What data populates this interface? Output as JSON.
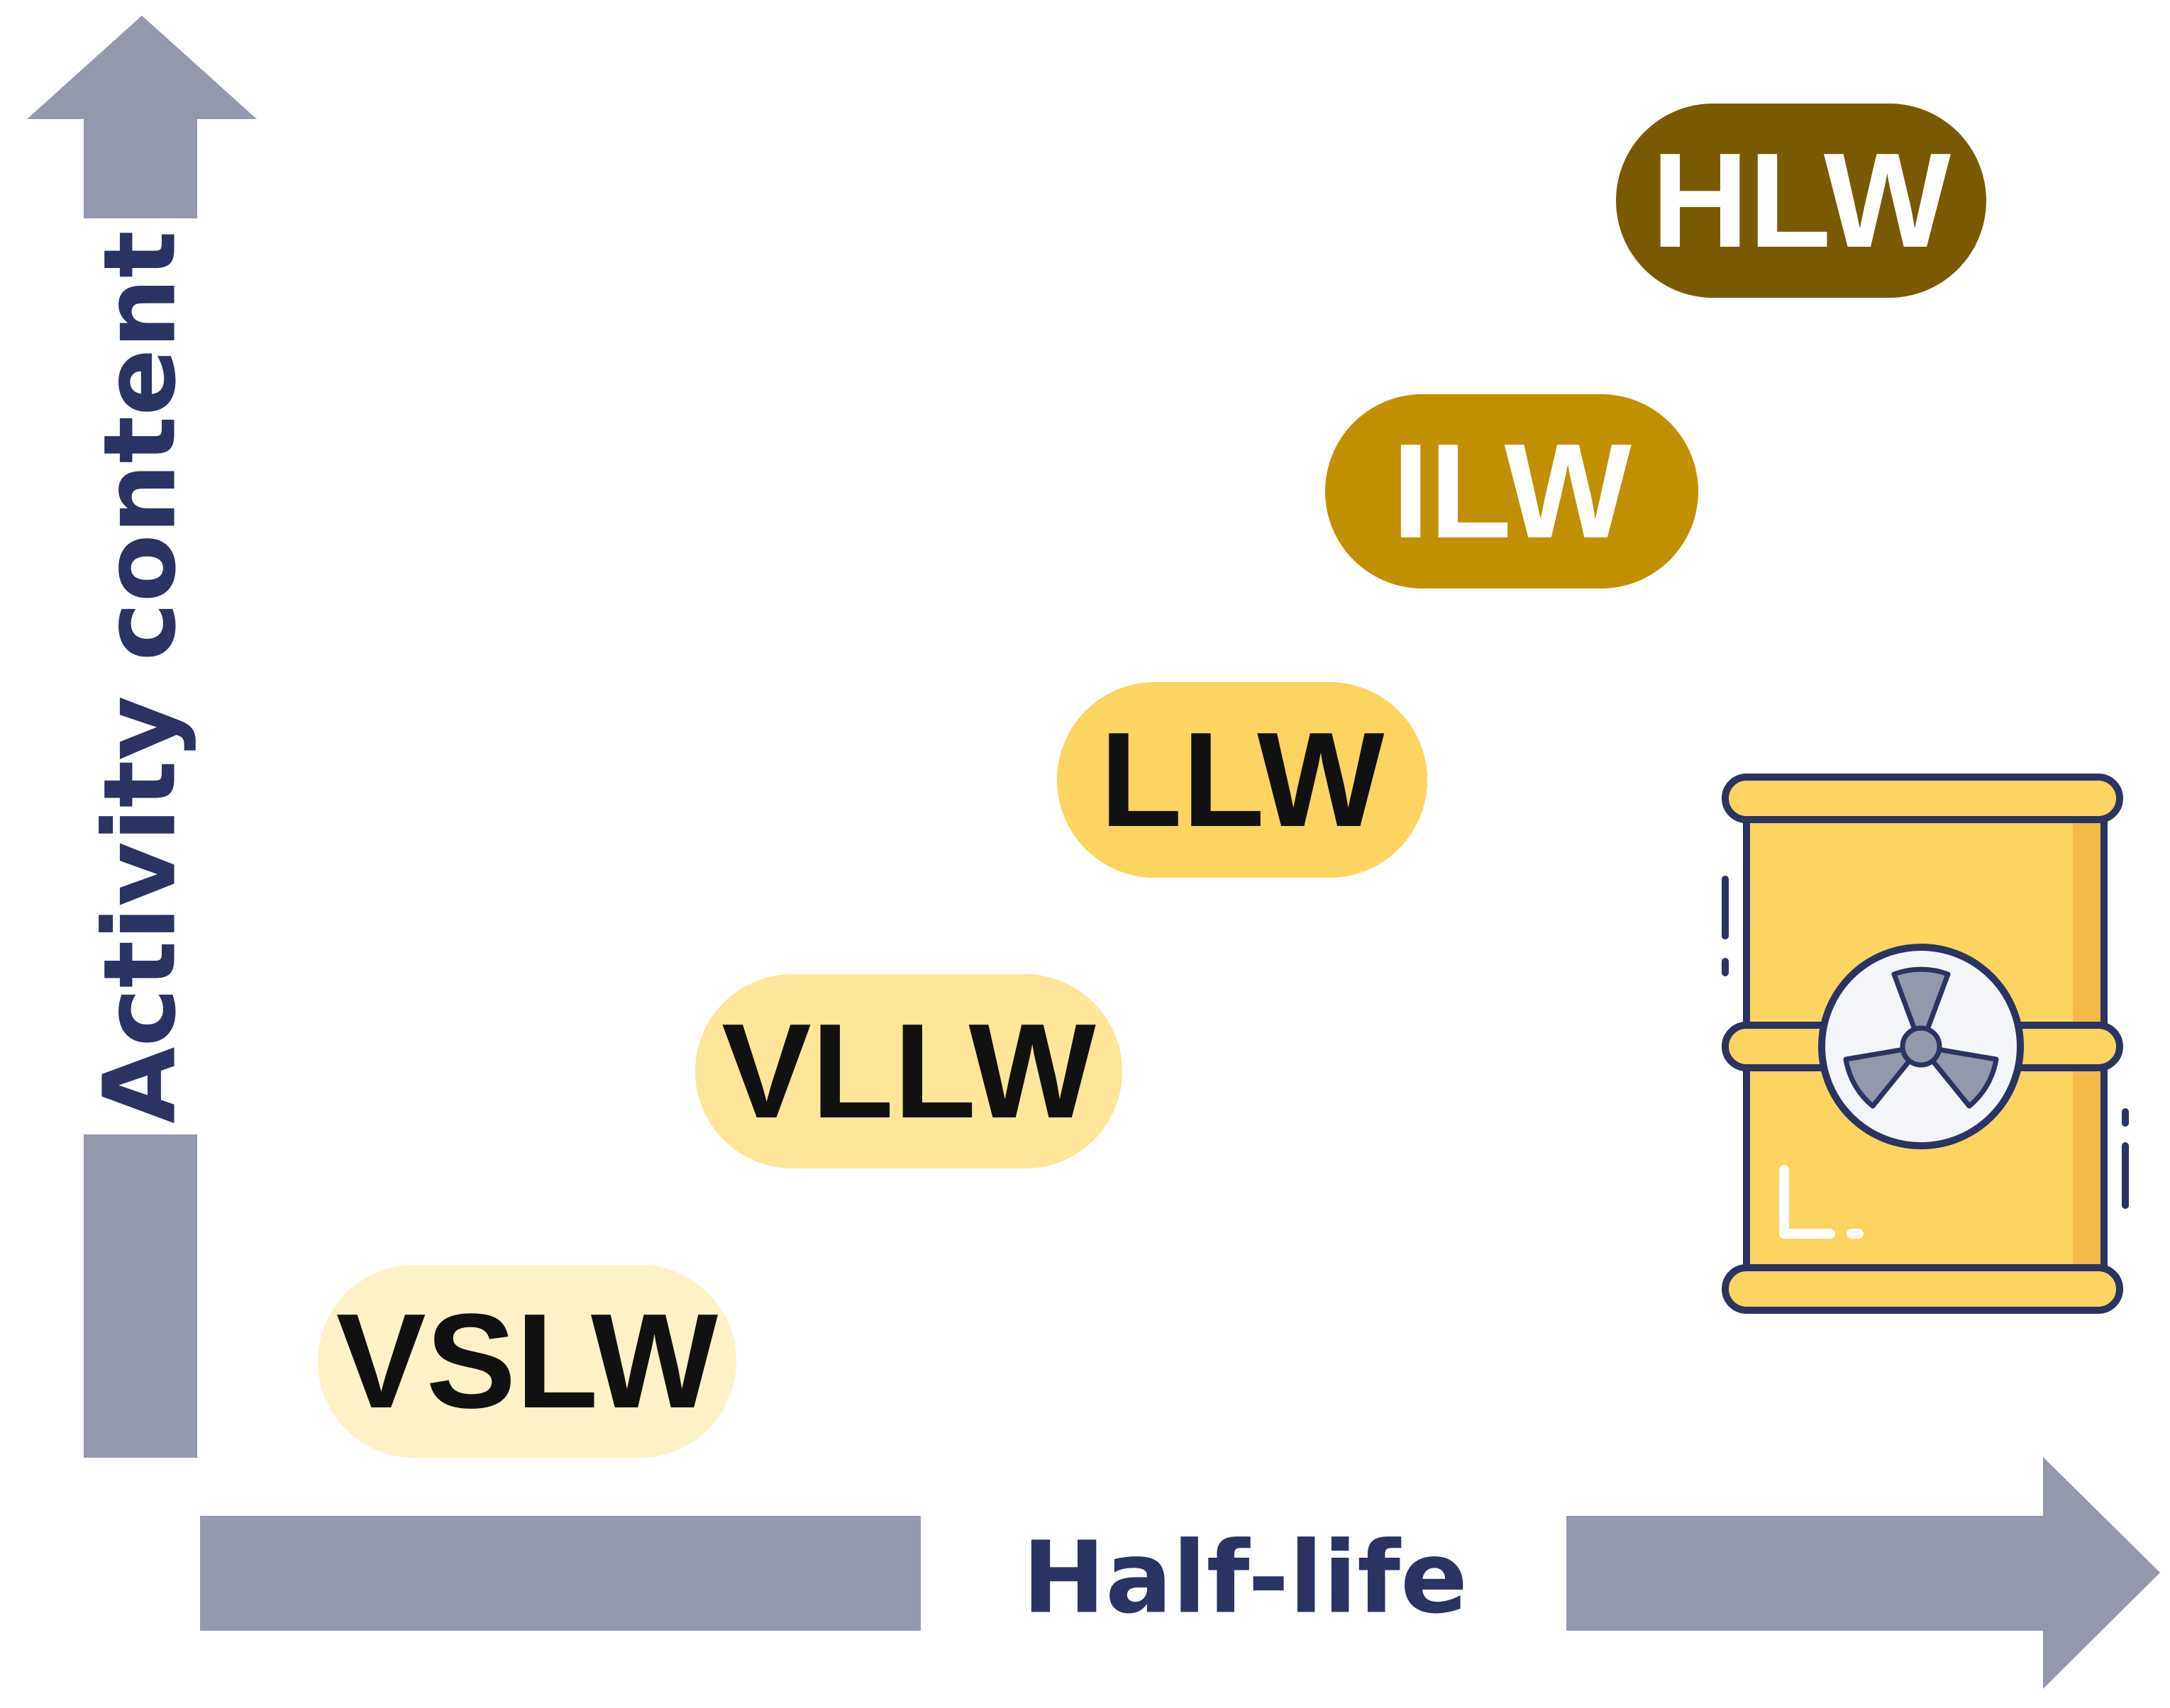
{
  "axes": {
    "y_label": "Activity content",
    "x_label": "Half-life",
    "arrow_color": "#9398ad",
    "label_color": "#2a3361"
  },
  "categories": [
    {
      "label": "VSLW",
      "fill": "#fdf1c8",
      "text_color": "#111111"
    },
    {
      "label": "VLLW",
      "fill": "#fde59a",
      "text_color": "#111111"
    },
    {
      "label": "LLW",
      "fill": "#fcd461",
      "text_color": "#111111"
    },
    {
      "label": "ILW",
      "fill": "#c09000",
      "text_color": "#ffffff"
    },
    {
      "label": "HLW",
      "fill": "#7a5a00",
      "text_color": "#ffffff"
    }
  ],
  "icon": {
    "name": "radioactive-barrel-icon",
    "barrel_color": "#fcd461",
    "barrel_shade": "#f4b849",
    "outline_color": "#2a3361",
    "symbol_color": "#9398ad"
  }
}
